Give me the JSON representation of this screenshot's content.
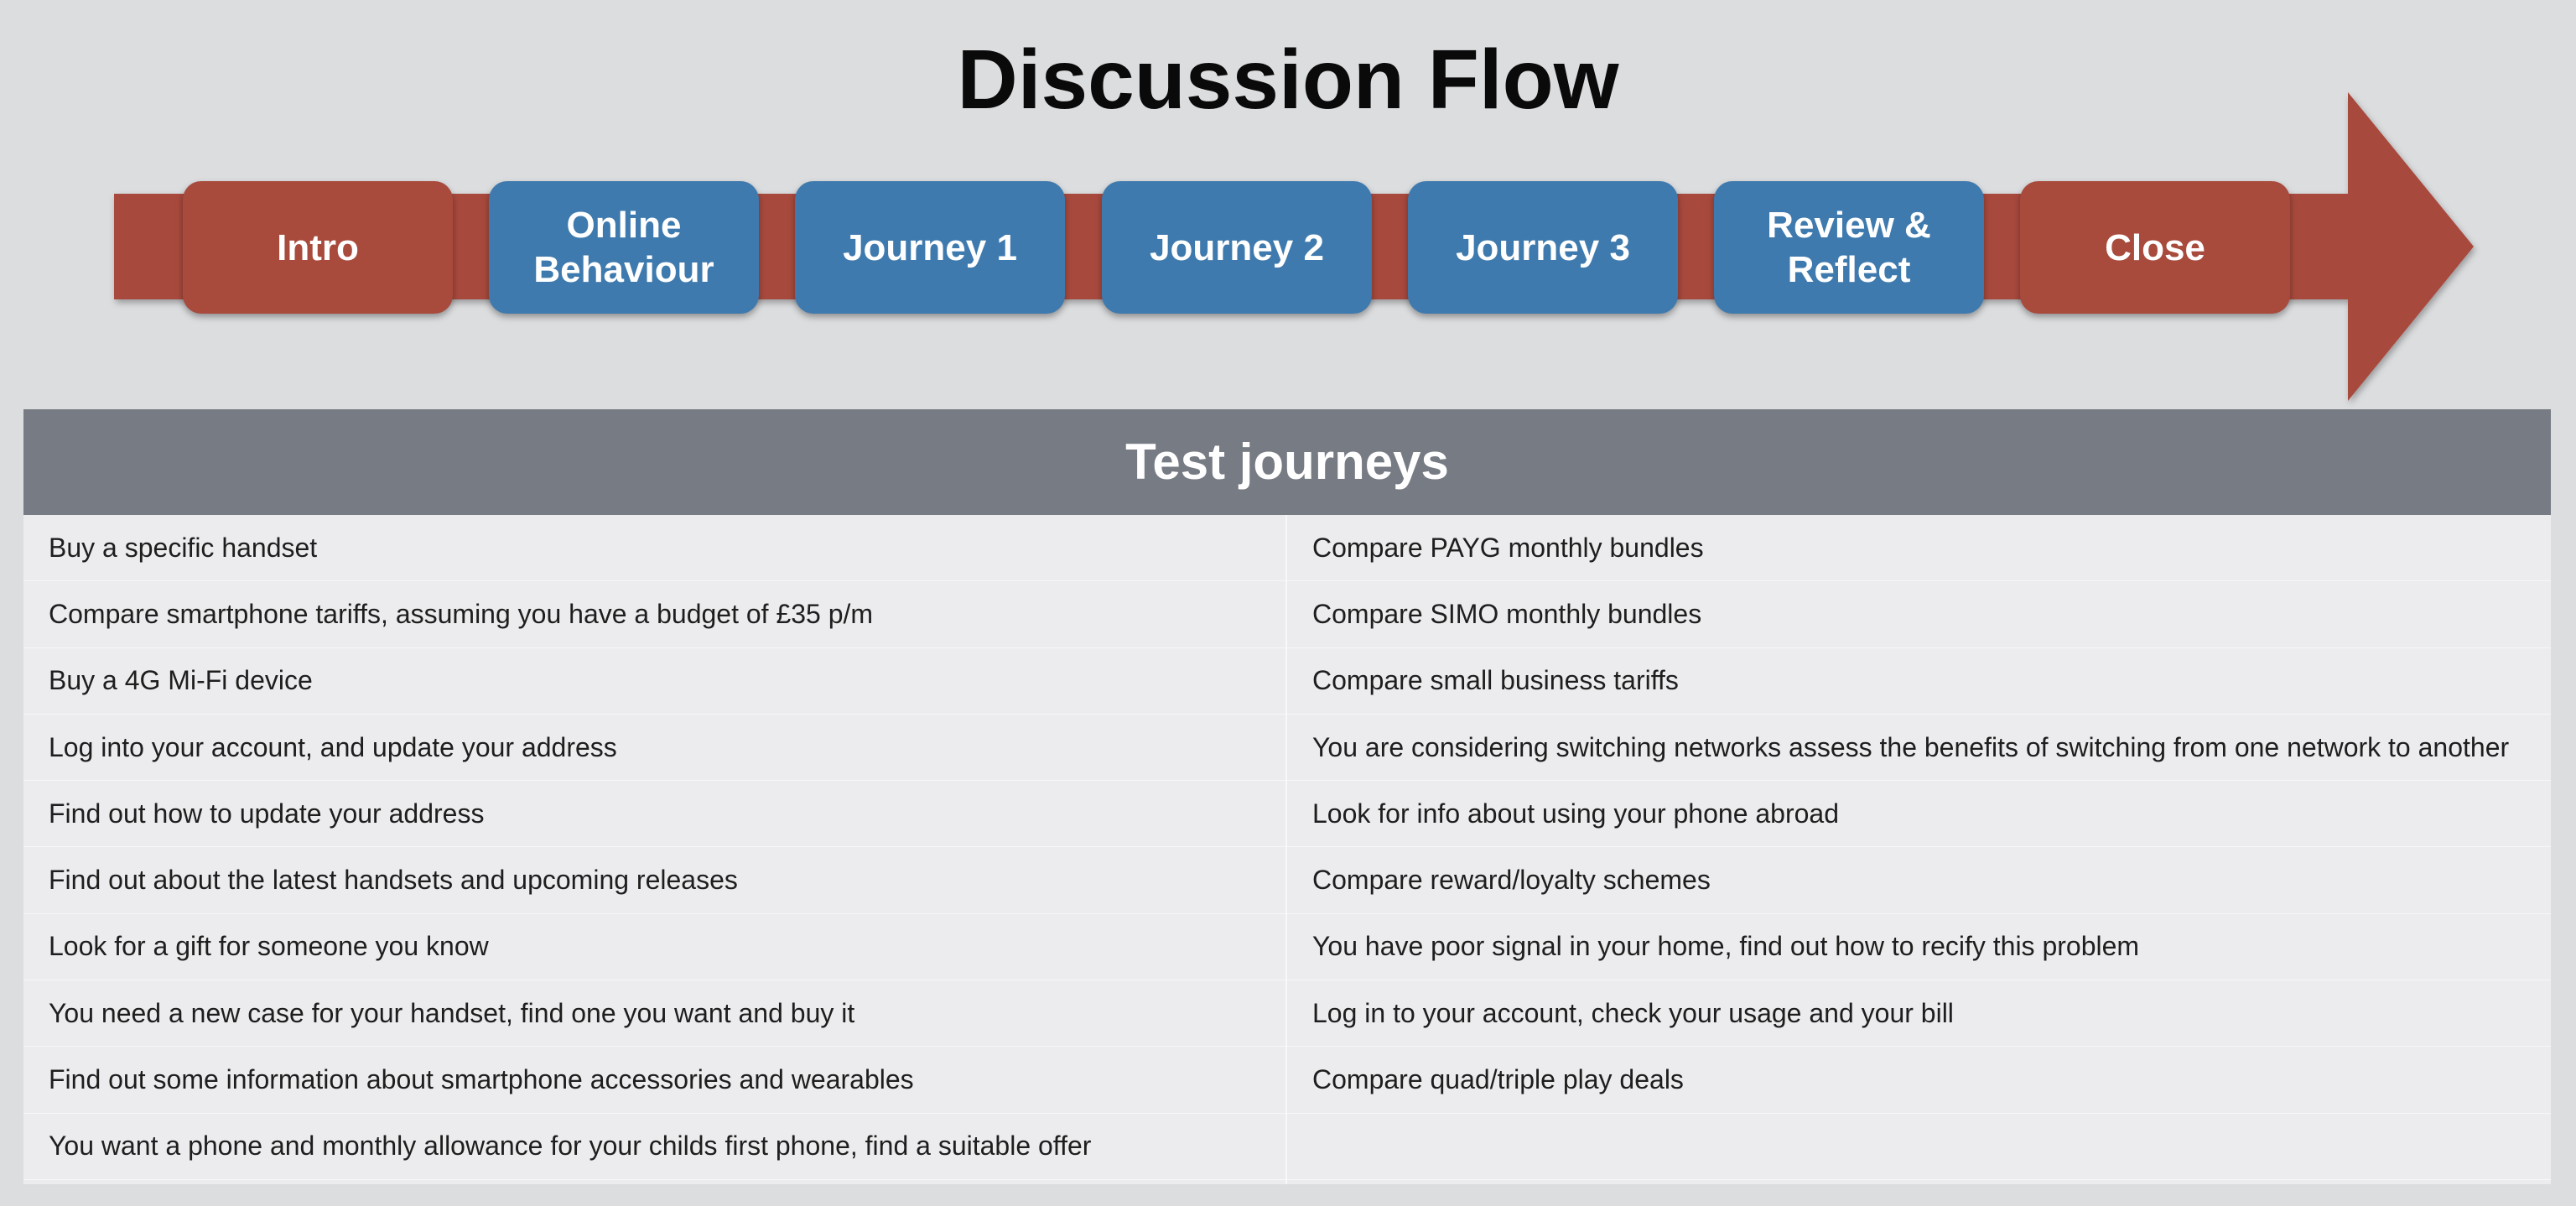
{
  "title": "Discussion Flow",
  "colors": {
    "arrow": "#a84a3c",
    "stage_red": "#a84a3c",
    "stage_blue": "#3f7aae",
    "table_header": "#777b84"
  },
  "stages": [
    {
      "label": "Intro",
      "color": "red"
    },
    {
      "label": "Online Behaviour",
      "color": "blue"
    },
    {
      "label": "Journey 1",
      "color": "blue"
    },
    {
      "label": "Journey 2",
      "color": "blue"
    },
    {
      "label": "Journey 3",
      "color": "blue"
    },
    {
      "label": "Review & Reflect",
      "color": "blue"
    },
    {
      "label": "Close",
      "color": "red"
    }
  ],
  "table": {
    "header": "Test journeys",
    "left": [
      "Buy a specific handset",
      "Compare smartphone tariffs, assuming you have a budget of £35 p/m",
      "Buy a 4G Mi-Fi device",
      "Log into your account, and update your address",
      "Find out how to update your address",
      "Find out about the latest handsets and upcoming releases",
      "Look for a gift for someone you know",
      "You need a new case for your handset, find one you want and buy it",
      "Find out some information about smartphone accessories and wearables",
      "You want a phone and monthly allowance for your childs first phone, find a suitable offer"
    ],
    "right": [
      "Compare PAYG monthly bundles",
      "Compare SIMO monthly bundles",
      "Compare small business tariffs",
      "You are considering switching networks assess the benefits of switching from one network to another",
      "Look for info about using your phone abroad",
      "Compare reward/loyalty schemes",
      "You have poor signal in your home, find out how to recify this problem",
      "Log in to your account, check your usage and your bill",
      "Compare quad/triple play deals",
      ""
    ]
  }
}
